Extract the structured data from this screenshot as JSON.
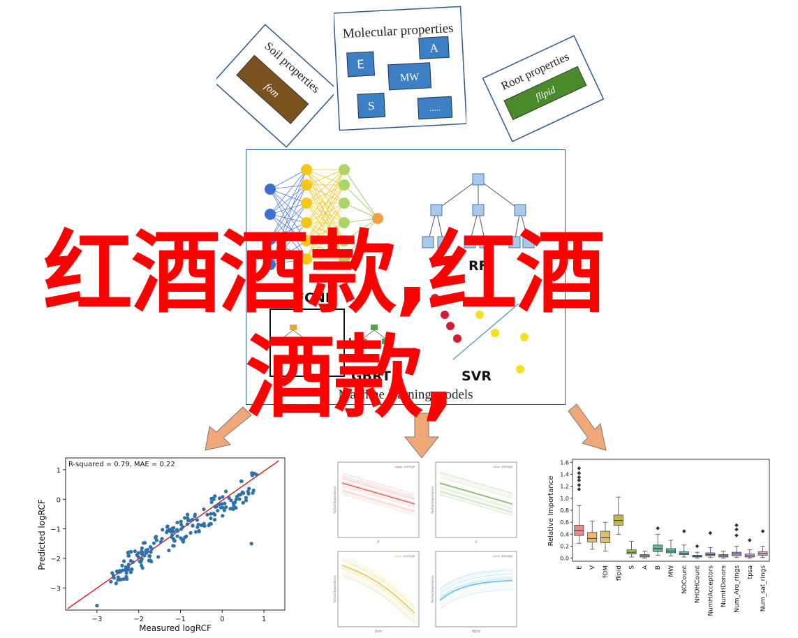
{
  "top": {
    "soil": {
      "title": "Soil properties",
      "var": "fom"
    },
    "molecular": {
      "title": "Molecular properties",
      "vars": [
        "E",
        "A",
        "MW",
        "S",
        "....."
      ]
    },
    "root": {
      "title": "Root properties",
      "var": "flipid"
    }
  },
  "models": {
    "caption": "Machine learning models",
    "labels": {
      "fcnn": "FCNN",
      "rf": "RF",
      "gbrt": "GBRT",
      "svr": "SVR",
      "plus": "+"
    }
  },
  "overlay": {
    "line1": "红酒酒款,红酒",
    "line2": "酒款,"
  },
  "scatter": {
    "annotation": "R-squared = 0.79, MAE = 0.22",
    "xlabel": "Measured logRCF",
    "ylabel": "Predicted logRCF",
    "xticks": [
      "−3",
      "−2",
      "−1",
      "0",
      "1"
    ],
    "yticks": [
      "1",
      "0",
      "−1",
      "−2",
      "−3"
    ]
  },
  "pdp": {
    "legend": "average",
    "ylabel": "Partial Dependence",
    "xlabels": [
      "E",
      "V",
      "fom",
      "flipid"
    ],
    "colors": [
      "#e8625f",
      "#7fb85a",
      "#e8c84a",
      "#6bbde3"
    ]
  },
  "box": {
    "ylabel": "Relative Importance",
    "yticks": [
      "1.6",
      "1.4",
      "1.2",
      "1.0",
      "0.8",
      "0.6",
      "0.4",
      "0.2",
      "0.0"
    ],
    "features": [
      "E",
      "V",
      "fOM",
      "flipid",
      "S",
      "A",
      "B",
      "MW",
      "NOCount",
      "NHOHCount",
      "NumHAcceptors",
      "NumHDonors",
      "Num_Aro_rings",
      "tpsa",
      "Num_sat_rings"
    ],
    "colors": [
      "#e98a8a",
      "#f0b878",
      "#dcc06a",
      "#c7b650",
      "#9fc26a",
      "#80c07a",
      "#5fb88e",
      "#63b7a8",
      "#5fb2bc",
      "#62aecb",
      "#7fa6d6",
      "#9a9edb",
      "#b79adc",
      "#d79bd8",
      "#e99cc5"
    ]
  }
}
